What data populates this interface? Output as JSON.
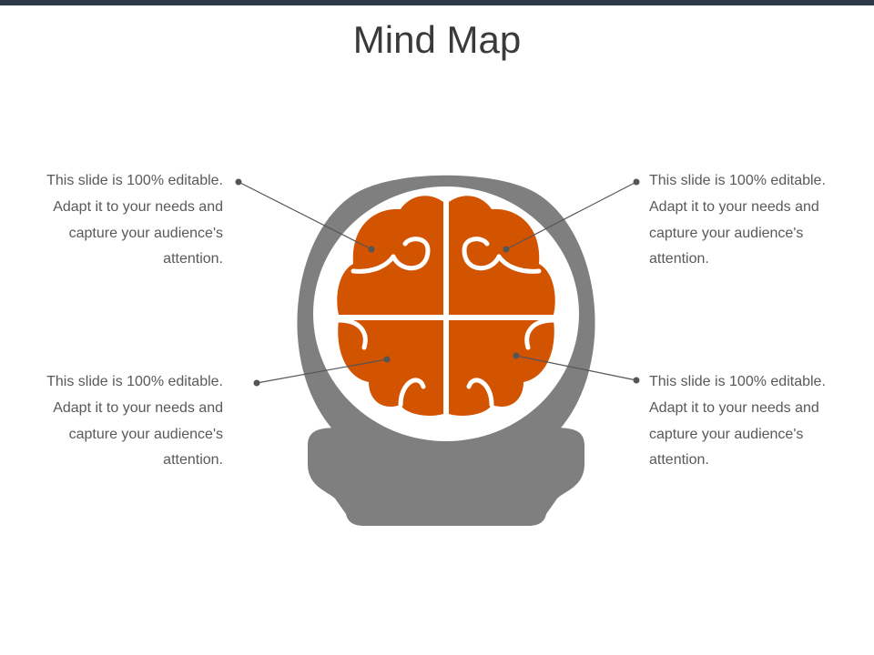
{
  "title": "Mind Map",
  "colors": {
    "accent": "#d35400",
    "head": "#7f7f7f",
    "text": "#595959",
    "connector": "#555555",
    "topbar": "#2e3a4a"
  },
  "notes": [
    {
      "text": "This slide is 100% editable.\nAdapt it to your needs and\ncapture your audience's\nattention."
    },
    {
      "text": "This slide is 100% editable.\nAdapt it to your needs and\ncapture your audience's\nattention."
    },
    {
      "text": "This slide is 100% editable.\nAdapt it to your needs and\ncapture your audience's\nattention."
    },
    {
      "text": "This slide is 100% editable.\nAdapt it to your needs and\ncapture your audience's\nattention."
    }
  ]
}
